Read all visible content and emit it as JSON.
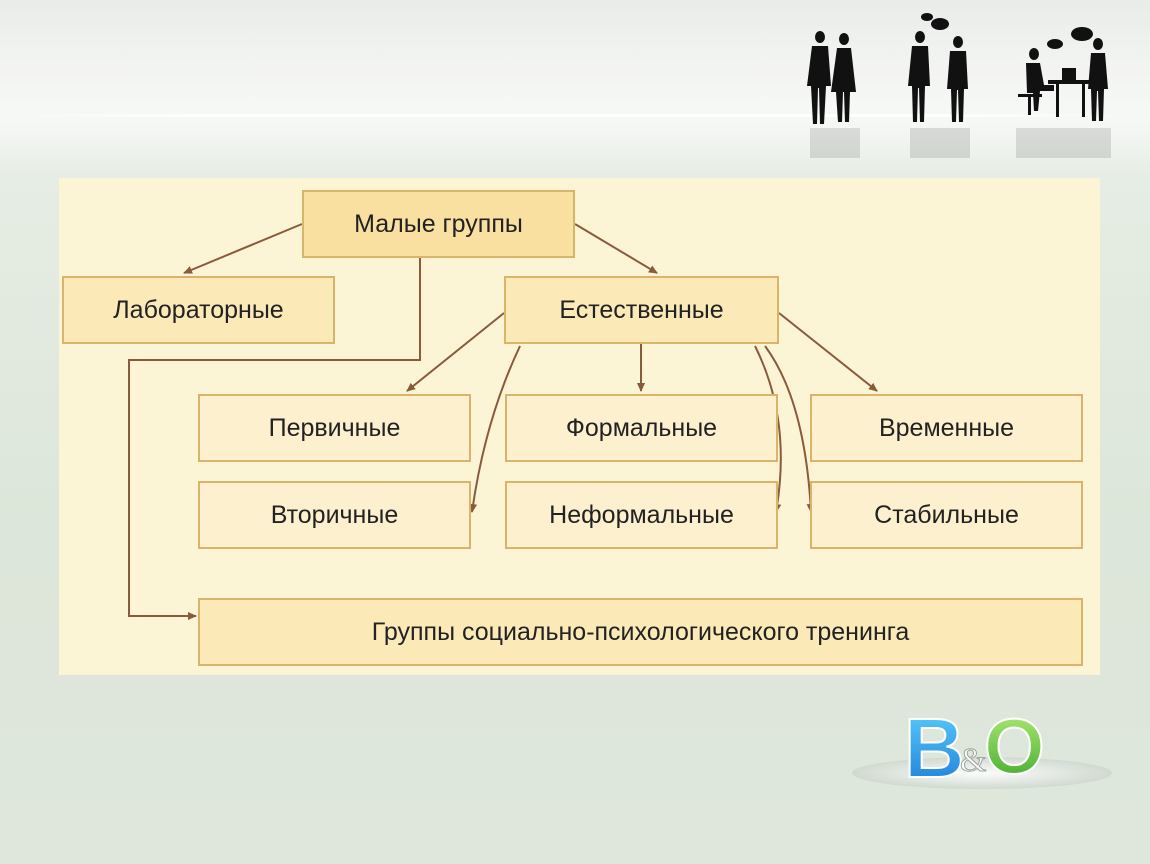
{
  "diagram": {
    "root": "Малые группы",
    "lab": "Лабораторные",
    "natural": "Естественные",
    "primary": "Первичные",
    "secondary": "Вторичные",
    "formal": "Формальные",
    "informal": "Неформальные",
    "temporary": "Временные",
    "stable": "Стабильные",
    "training": "Группы социально-психологического тренинга"
  },
  "logo": {
    "text_b": "B",
    "text_amp": "&",
    "text_o": "O"
  },
  "colors": {
    "box_border": "#d9b46a",
    "box_fill": "#fbe9b8",
    "arrow": "#8a5a3c",
    "panel": "#fbf5d6"
  }
}
